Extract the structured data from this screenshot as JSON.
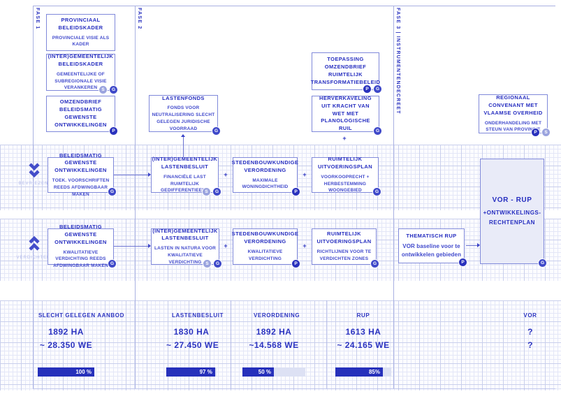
{
  "palette": {
    "accent": "#2b33c0",
    "box_border": "#8089da",
    "grid_line": "#dfe3f4",
    "bar_fill": "#2630bb",
    "bar_track": "#dde1f4",
    "badge_p": "#2a32bd",
    "badge_g": "#3f49c9",
    "badge_s": "#9aa3de",
    "bigbox_fill": "#e9ebf8"
  },
  "fases": [
    "FASE 1",
    "FASE 2",
    "FASE 3 | INSTRUMENTENDECREET"
  ],
  "connectors": {
    "plus": "+"
  },
  "top_boxes": {
    "provinciaal": {
      "title": "PROVINCIAAL BELEIDSKADER",
      "sub": "PROVINCIALE VISIE ALS KADER",
      "badges": []
    },
    "gemeentelijk": {
      "title": "(INTER)GEMEENTELIJK BELEIDSKADER",
      "sub": "GEMEENTELIJKE OF SUBREGIONALE VISIE VERANKEREN",
      "badges": [
        "S",
        "G"
      ]
    },
    "omzendbrief": {
      "title": "OMZENDBRIEF BELEIDSMATIG GEWENSTE ONTWIKKELINGEN",
      "badges": [
        "P"
      ]
    },
    "lastenfonds": {
      "title": "LASTENFONDS",
      "sub": "FONDS VOOR NEUTRALISERING SLECHT GELEGEN JURIDISCHE VOORRAAD",
      "badges": [
        "G"
      ]
    },
    "toepassing": {
      "title": "TOEPASSING OMZENDBRIEF RUIMTELIJK TRANSFORMATIEBELEID",
      "badges": [
        "P",
        "G"
      ]
    },
    "herverkaveling": {
      "title": "HERVERKAVELING UIT KRACHT VAN WET MET PLANOLOGISCHE RUIL",
      "badges": [
        "G"
      ]
    },
    "regionaal": {
      "title": "REGIONAAL CONVENANT MET VLAAMSE OVERHEID",
      "sub": "ONDERHANDELING MET STEUN VAN PROVINCIE",
      "badges": [
        "P",
        "S"
      ]
    }
  },
  "row1": {
    "icon_label": "BEVRIEZEN",
    "boxes": [
      {
        "title": "BELEIDSMATIG GEWENSTE ONTWIKKELINGEN",
        "sub": "TOEK. VOORSCHRIFTEN REEDS AFDWINGBAAR MAKEN",
        "badges": [
          "G"
        ]
      },
      {
        "title": "(INTER)GEMEENTELIJK LASTENBESLUIT",
        "sub": "FINANCIËLE LAST RUIMTELIJK GEDIFFERENTIEERD",
        "badges": [
          "S",
          "G"
        ]
      },
      {
        "title": "STEDENBOUWKUNDIGE VERORDENING",
        "sub": "MAXIMALE WONINGDICHTHEID",
        "badges": [
          "P"
        ]
      },
      {
        "title": "RUIMTELIJK UITVOERINGSPLAN",
        "sub": "VOORKOOPRECHT + HERBESTEMMING WOONGEBIED",
        "badges": [
          "G"
        ]
      }
    ]
  },
  "row2": {
    "icon_label": "VERDICHTEN",
    "boxes": [
      {
        "title": "BELEIDSMATIG GEWENSTE ONTWIKKELINGEN",
        "sub": "KWALITATIEVE VERDICHTING REEDS AFDWINGBAAR MAKEN",
        "badges": [
          "G"
        ]
      },
      {
        "title": "(INTER)GEMEENTELIJK LASTENBESLUIT",
        "sub": "LASTEN IN NATURA VOOR KWALITATIEVE VERDICHTING",
        "badges": [
          "S",
          "G"
        ]
      },
      {
        "title": "STEDENBOUWKUNDIGE VERORDENING",
        "sub": "KWALITATIEVE VERDICHTING",
        "badges": [
          "P"
        ]
      },
      {
        "title": "RUIMTELIJK UITVOERINGSPLAN",
        "sub": "RICHTLIJNEN VOOR TE VERDICHTEN ZONES",
        "badges": [
          "G"
        ]
      },
      {
        "title": "THEMATISCH RUP",
        "sub": "VOR baseline voor te ontwikkelen gebieden",
        "badges": [
          "P"
        ]
      }
    ]
  },
  "vor_rup": {
    "lines": [
      "VOR - RUP",
      "+ONTWIKKELINGS-",
      "RECHTENPLAN"
    ],
    "badge": "G"
  },
  "stats": {
    "columns": [
      {
        "label": "SLECHT GELEGEN AANBOD",
        "ha": "1892 HA",
        "we": "~ 28.350 WE",
        "pct": "100 %",
        "fill_style": "width:100%"
      },
      {
        "label": "LASTENBESLUIT",
        "ha": "1830 HA",
        "we": "~ 27.450 WE",
        "pct": "97 %",
        "fill_style": "width:97%"
      },
      {
        "label": "VERORDENING",
        "ha": "1892 HA",
        "we": "~14.568 WE",
        "pct": "50 %",
        "fill_style": "width:50%"
      },
      {
        "label": "RUP",
        "ha": "1613 HA",
        "we": "~ 24.165 WE",
        "pct": "85%",
        "fill_style": "width:85%"
      },
      {
        "label": "VOR",
        "ha": "?",
        "we": "?"
      }
    ]
  }
}
